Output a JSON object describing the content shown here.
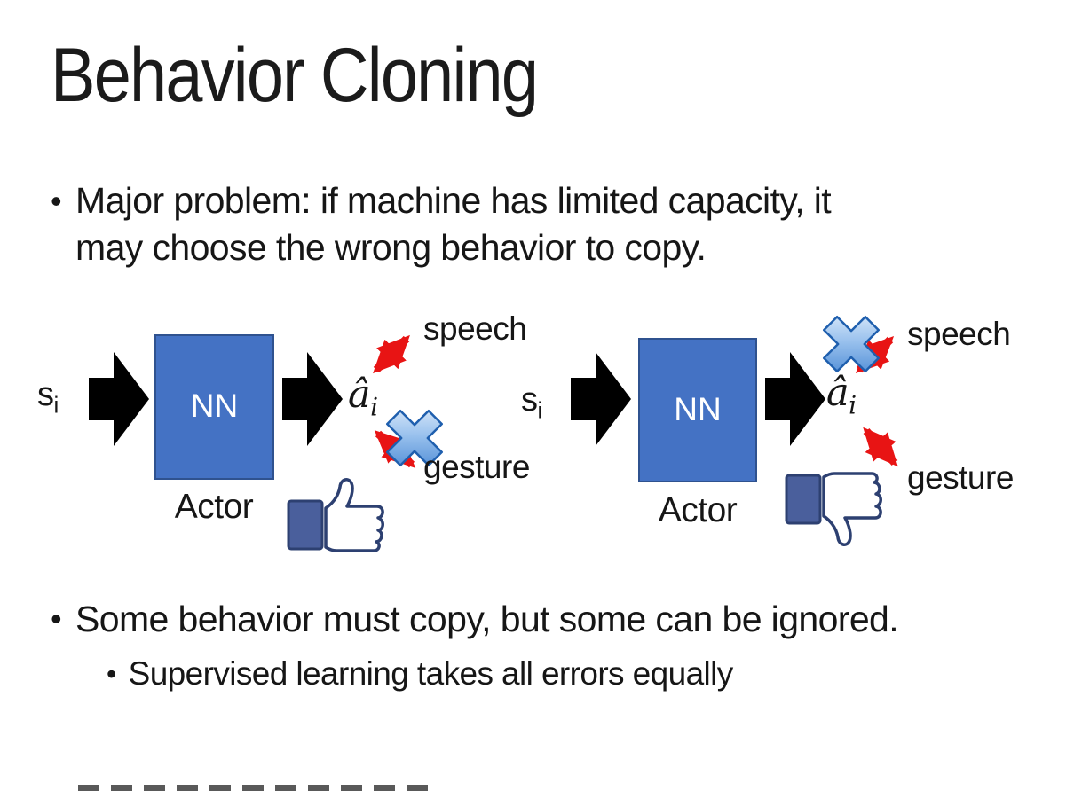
{
  "slide": {
    "title": "Behavior Cloning",
    "bullet1_line1": "Major problem: if machine has limited capacity, it",
    "bullet1_line2": "may choose the wrong behavior to copy.",
    "bullet2": "Some behavior must copy, but some can be ignored.",
    "bullet2_sub": "Supervised learning takes all errors equally",
    "bullet_glyph": "•"
  },
  "diagram_left": {
    "input_base": "s",
    "input_sub": "i",
    "box_label": "NN",
    "box_caption": "Actor",
    "output_base": "â",
    "output_sub": "i",
    "speech_label": "speech",
    "gesture_label": "gesture",
    "crossed_out": "gesture",
    "feedback_icon": "thumbs-up"
  },
  "diagram_right": {
    "input_base": "s",
    "input_sub": "i",
    "box_label": "NN",
    "box_caption": "Actor",
    "output_base": "â",
    "output_sub": "i",
    "speech_label": "speech",
    "gesture_label": "gesture",
    "crossed_out": "speech",
    "feedback_icon": "thumbs-down"
  },
  "colors": {
    "nn_box_fill": "#4472C4",
    "nn_box_border": "#2F528F",
    "block_arrow": "#000000",
    "red_arrow": "#E81414",
    "cross_blue": "#3C7FD0",
    "thumb_outline": "#2D4071",
    "thumb_cuff": "#4A5F9C",
    "text": "#161616"
  }
}
